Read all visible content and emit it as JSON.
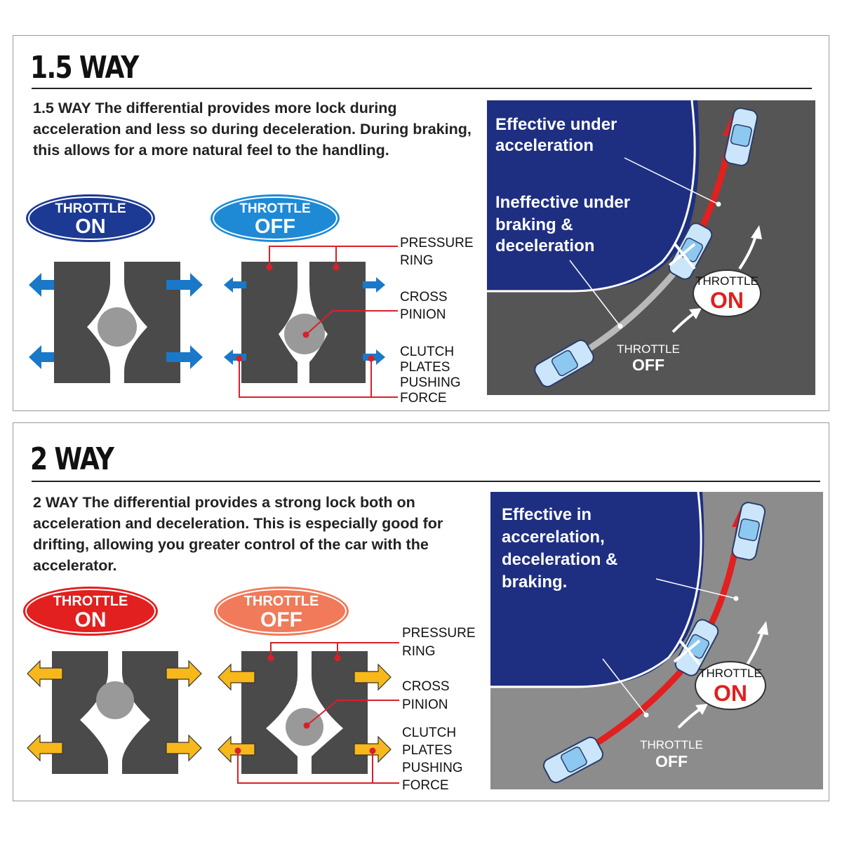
{
  "colors": {
    "navy": "#1e2f82",
    "road_dark": "#555555",
    "road_light": "#8c8c8c",
    "red": "#e1201f",
    "blue_arrow": "#1a78c9",
    "yellow_arrow": "#f7b81b",
    "dark_block": "#4a4a4a"
  },
  "sections": [
    {
      "title": "1.5 WAY",
      "description": "1.5 WAY The differential provides more lock during acceleration and less so during deceleration. During braking, this allows for a more natural feel to the handling.",
      "badge_on": {
        "top": "THROTTLE",
        "bottom": "ON"
      },
      "badge_off": {
        "top": "THROTTLE",
        "bottom": "OFF"
      },
      "labels": {
        "pressure_ring": [
          "PRESSURE",
          "RING"
        ],
        "cross_pinion": [
          "CROSS",
          "PINION"
        ],
        "clutch": [
          "CLUTCH",
          "PLATES",
          "PUSHING",
          "FORCE"
        ]
      },
      "road": {
        "callout_1": [
          "Effective under",
          "acceleration"
        ],
        "callout_2": [
          "Ineffective under",
          "braking &",
          "deceleration"
        ],
        "throttle_on": {
          "top": "THROTTLE",
          "bottom": "ON"
        },
        "throttle_off": {
          "top": "THROTTLE",
          "bottom": "OFF"
        }
      }
    },
    {
      "title": "2 WAY",
      "description": "2 WAY The differential provides a strong lock both on acceleration and deceleration. This is especially good for drifting, allowing you greater control of the car with the accelerator.",
      "badge_on": {
        "top": "THROTTLE",
        "bottom": "ON"
      },
      "badge_off": {
        "top": "THROTTLE",
        "bottom": "OFF"
      },
      "labels": {
        "pressure_ring": [
          "PRESSURE",
          "RING"
        ],
        "cross_pinion": [
          "CROSS",
          "PINION"
        ],
        "clutch": [
          "CLUTCH",
          "PLATES",
          "PUSHING",
          "FORCE"
        ]
      },
      "road": {
        "callout_1": [
          "Effective in",
          "accerelation,",
          "deceleration &",
          "braking."
        ],
        "throttle_on": {
          "top": "THROTTLE",
          "bottom": "ON"
        },
        "throttle_off": {
          "top": "THROTTLE",
          "bottom": "OFF"
        }
      }
    }
  ]
}
